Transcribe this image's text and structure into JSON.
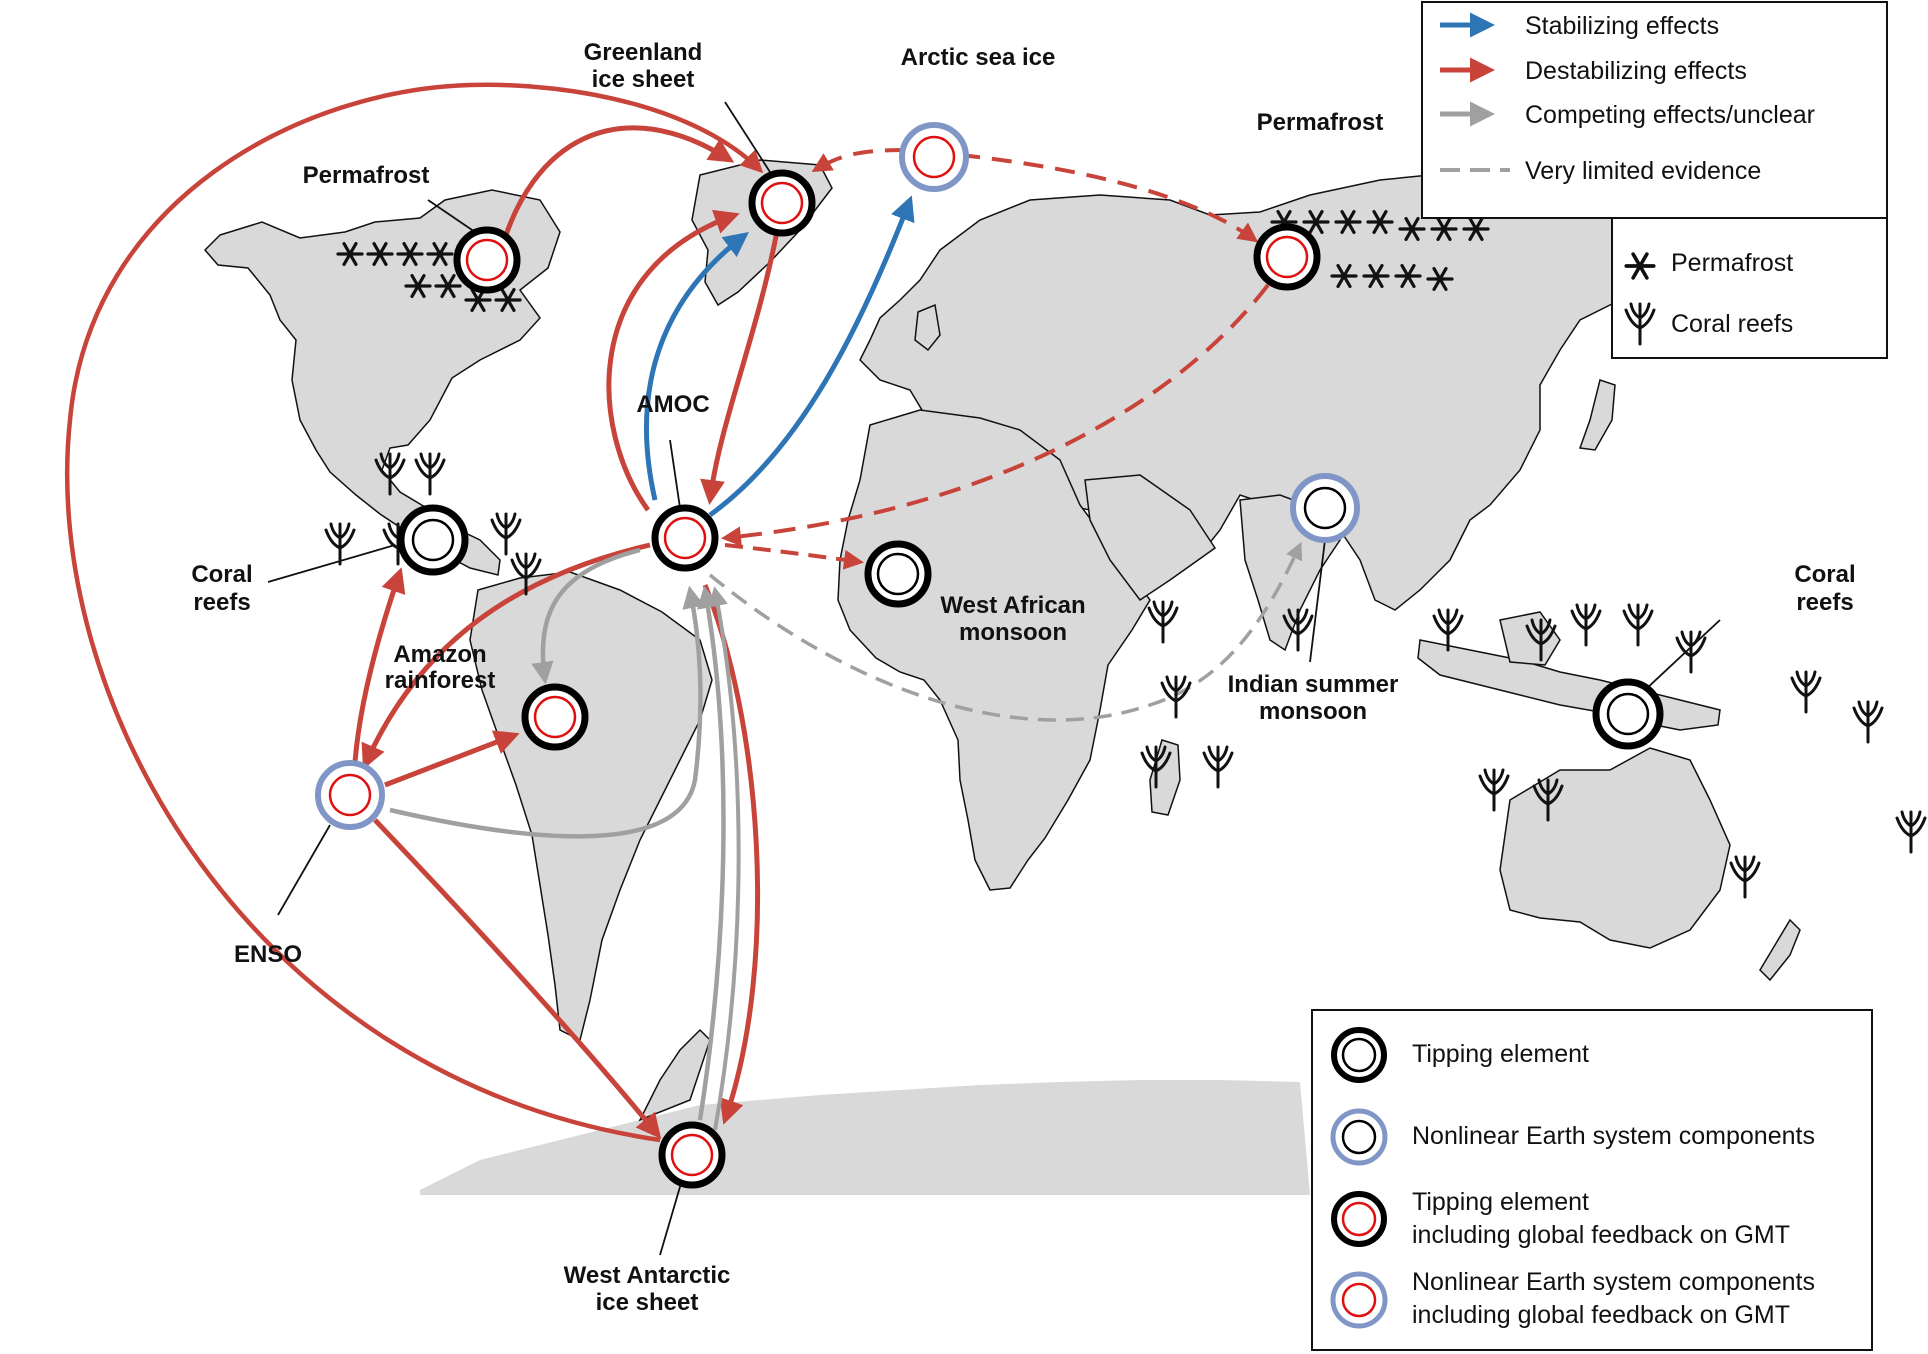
{
  "colors": {
    "stabilizing": "#2e75b6",
    "destabilizing": "#c8443a",
    "competing": "#a0a0a0",
    "limited": "#a0a0a0",
    "tipping_ring": "#000000",
    "nonlinear_ring": "#7f96c7",
    "gmt_inner_ring": "#e01010",
    "land": "#d9d9d9"
  },
  "legend_arrows": {
    "stabilizing": "Stabilizing effects",
    "destabilizing": "Destabilizing effects",
    "competing": "Competing effects/unclear",
    "limited": "Very limited evidence"
  },
  "legend_symbols": {
    "permafrost": "Permafrost",
    "coral": "Coral reefs"
  },
  "legend_nodes": {
    "tipping": "Tipping element",
    "nonlinear": "Nonlinear Earth system components",
    "tipping_gmt_1": "Tipping element",
    "tipping_gmt_2": "including global feedback on GMT",
    "nonlinear_gmt_1": "Nonlinear Earth system components",
    "nonlinear_gmt_2": "including global feedback on GMT"
  },
  "labels": {
    "greenland_1": "Greenland",
    "greenland_2": "ice sheet",
    "arctic": "Arctic sea ice",
    "permafrost_na": "Permafrost",
    "permafrost_sib": "Permafrost",
    "amoc": "AMOC",
    "coral_am_1": "Coral",
    "coral_am_2": "reefs",
    "amazon_1": "Amazon",
    "amazon_2": "rainforest",
    "waf_1": "West African",
    "waf_2": "monsoon",
    "ism_1": "Indian summer",
    "ism_2": "monsoon",
    "coral_aus_1": "Coral",
    "coral_aus_2": "reefs",
    "enso": "ENSO",
    "wais_1": "West Antarctic",
    "wais_2": "ice sheet"
  },
  "node_types": {
    "greenland": "tipping-gmt",
    "arctic_sea_ice": "nonlinear-gmt",
    "permafrost_north_america": "tipping-gmt",
    "permafrost_siberia": "tipping-gmt",
    "amoc": "tipping-gmt",
    "coral_americas": "tipping",
    "amazon": "tipping-gmt",
    "west_african_monsoon": "tipping",
    "indian_summer_monsoon": "nonlinear",
    "coral_australia": "tipping",
    "enso": "nonlinear-gmt",
    "west_antarctic": "tipping-gmt"
  }
}
